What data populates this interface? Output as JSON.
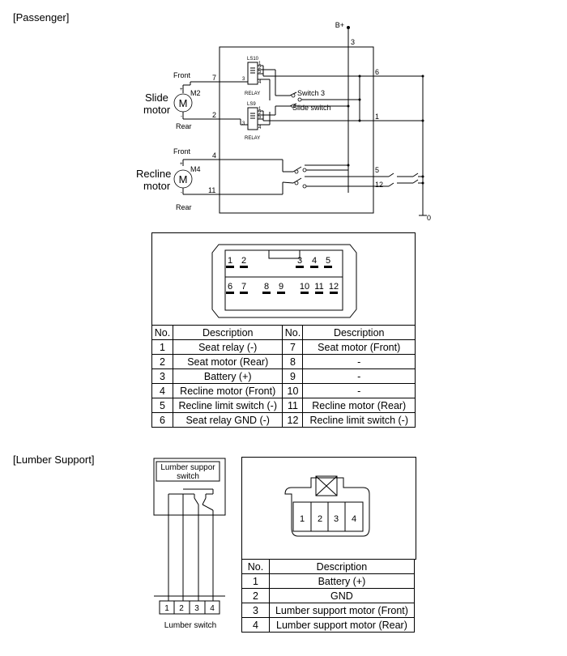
{
  "passenger": {
    "section_label": "[Passenger]",
    "bplus": "B+",
    "pins": {
      "p3": "3",
      "p6": "6",
      "p7": "7",
      "p1": "1",
      "p2": "2",
      "p4": "4",
      "p5": "5",
      "p12": "12",
      "p11": "11"
    },
    "ground": "0",
    "slide_motor": {
      "label1": "Slide",
      "label2": "motor",
      "code": "M2",
      "symbol": "M",
      "front": "Front",
      "rear": "Rear",
      "plus": "+",
      "minus": "-"
    },
    "recline_motor": {
      "label1": "Recline",
      "label2": "motor",
      "code": "M4",
      "symbol": "M",
      "front": "Front",
      "rear": "Rear",
      "plus": "+",
      "minus": "-"
    },
    "relay1": {
      "code": "LS10",
      "label": "RELAY",
      "pin_left": "3",
      "pin_a": "1",
      "pin_b": "2",
      "pin_c": "5",
      "pin_d": "4"
    },
    "relay2": {
      "code": "LS9",
      "label": "RELAY",
      "pin_left": "3",
      "pin_a": "1",
      "pin_b": "2",
      "pin_c": "5",
      "pin_d": "4"
    },
    "switch3": "Switch 3",
    "slide_switch": "Slide switch",
    "connector_pins": [
      "1",
      "2",
      "3",
      "4",
      "5",
      "6",
      "7",
      "8",
      "9",
      "10",
      "11",
      "12"
    ],
    "table": {
      "headers": [
        "No.",
        "Description",
        "No.",
        "Description"
      ],
      "rows": [
        [
          "1",
          "Seat relay (-)",
          "7",
          "Seat motor (Front)"
        ],
        [
          "2",
          "Seat motor (Rear)",
          "8",
          "-"
        ],
        [
          "3",
          "Battery (+)",
          "9",
          "-"
        ],
        [
          "4",
          "Recline motor (Front)",
          "10",
          "-"
        ],
        [
          "5",
          "Recline limit switch (-)",
          "11",
          "Recline motor (Rear)"
        ],
        [
          "6",
          "Seat relay GND (-)",
          "12",
          "Recline limit switch (-)"
        ]
      ]
    }
  },
  "lumber": {
    "section_label": "[Lumber Support]",
    "switch_box_label1": "Lumber suppor",
    "switch_box_label2": "switch",
    "switch_pins": [
      "1",
      "2",
      "3",
      "4"
    ],
    "switch_caption": "Lumber switch",
    "connector_pins": [
      "1",
      "2",
      "3",
      "4"
    ],
    "table": {
      "headers": [
        "No.",
        "Description"
      ],
      "rows": [
        [
          "1",
          "Battery (+)"
        ],
        [
          "2",
          "GND"
        ],
        [
          "3",
          "Lumber support motor (Front)"
        ],
        [
          "4",
          "Lumber support motor (Rear)"
        ]
      ]
    }
  }
}
